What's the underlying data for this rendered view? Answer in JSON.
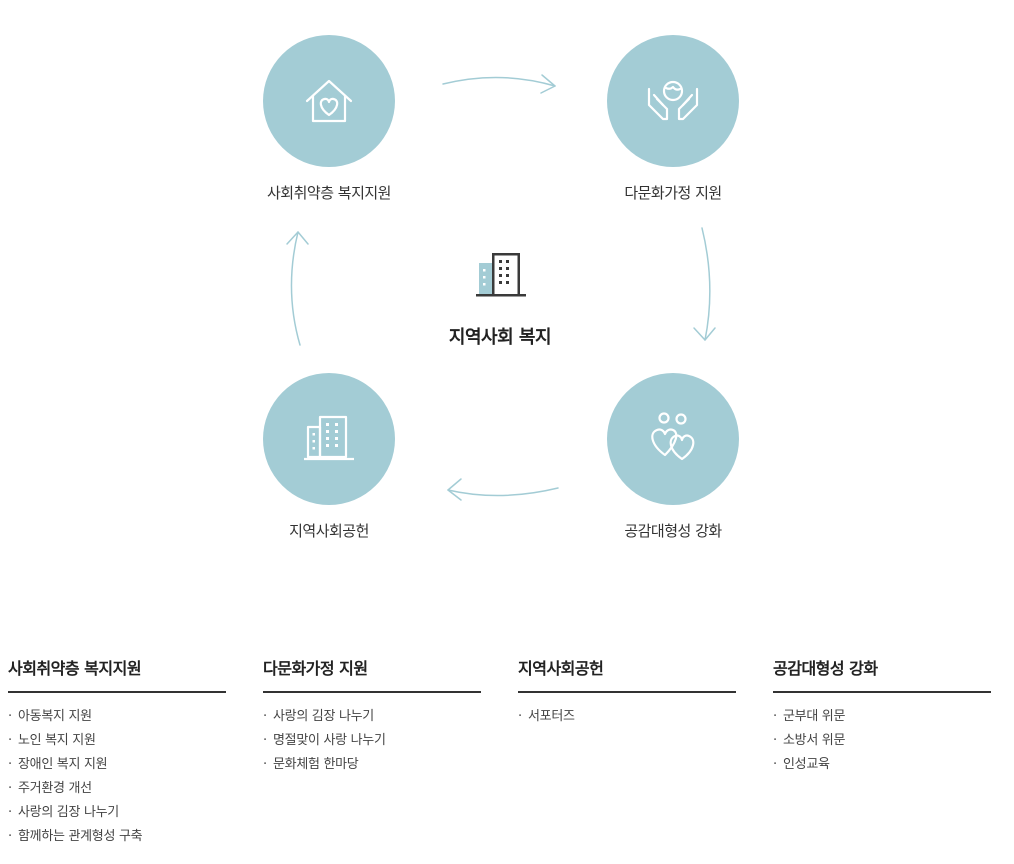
{
  "center": {
    "label": "지역사회 복지",
    "icon": "building-icon"
  },
  "nodes": [
    {
      "label": "사회취약층 복지지원",
      "icon": "house-heart-icon"
    },
    {
      "label": "다문화가정 지원",
      "icon": "hands-globe-icon"
    },
    {
      "label": "공감대형성 강화",
      "icon": "people-hearts-icon"
    },
    {
      "label": "지역사회공헌",
      "icon": "building-icon"
    }
  ],
  "columns": [
    {
      "title": "사회취약층 복지지원",
      "items": [
        "아동복지 지원",
        "노인 복지 지원",
        "장애인 복지 지원",
        "주거환경 개선",
        "사랑의 김장 나누기",
        "함께하는 관계형성 구축"
      ]
    },
    {
      "title": "다문화가정 지원",
      "items": [
        "사랑의 김장 나누기",
        "명절맞이 사랑 나누기",
        "문화체험 한마당"
      ]
    },
    {
      "title": "지역사회공헌",
      "items": [
        "서포터즈"
      ]
    },
    {
      "title": "공감대형성 강화",
      "items": [
        "군부대 위문",
        "소방서 위문",
        "인성교육"
      ]
    }
  ],
  "colors": {
    "circle": "#a3ccd5",
    "arrow": "#a3ccd5",
    "text": "#333333"
  },
  "bullet": "·"
}
